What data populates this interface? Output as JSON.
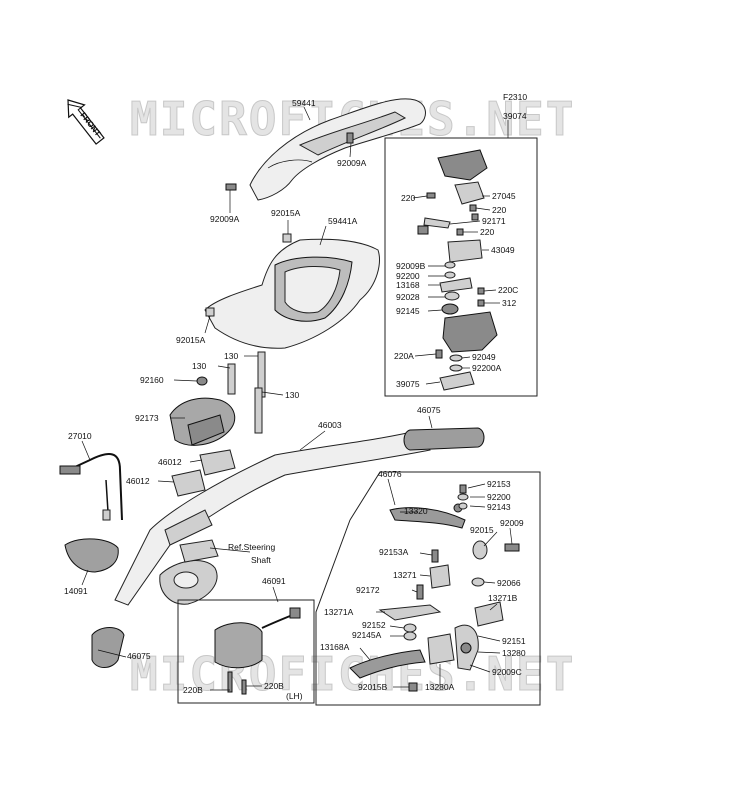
{
  "diagram": {
    "figure_code": "F2310",
    "front_label": "FRONT",
    "watermark": "MICROFICHES.NET",
    "ref_note_line1": "Ref.Steering",
    "ref_note_line2": "Shaft",
    "lh_note": "(LH)"
  },
  "parts": {
    "p59441": "59441",
    "p92009A_top": "92009A",
    "p92009A_left": "92009A",
    "p92015A_top": "92015A",
    "p59441A": "59441A",
    "p92015A_bottom": "92015A",
    "p39074": "39074",
    "p27045": "27045",
    "p220_a": "220",
    "p220_b": "220",
    "p220_c": "220",
    "p92171": "92171",
    "p43049": "43049",
    "p92009B": "92009B",
    "p92200": "92200",
    "p13168": "13168",
    "p92028": "92028",
    "p220C": "220C",
    "p312": "312",
    "p92145": "92145",
    "p220A": "220A",
    "p92049": "92049",
    "p92200A": "92200A",
    "p39075": "39075",
    "p130_a": "130",
    "p130_b": "130",
    "p130_c": "130",
    "p92160": "92160",
    "p92173": "92173",
    "p46012_a": "46012",
    "p46012_b": "46012",
    "p27010": "27010",
    "p46003": "46003",
    "p46075_top": "46075",
    "p46076": "46076",
    "p92153": "92153",
    "p92200_r": "92200",
    "p92143": "92143",
    "p13320": "13320",
    "p92015": "92015",
    "p92009": "92009",
    "p92153A": "92153A",
    "p13271": "13271",
    "p92066": "92066",
    "p92172": "92172",
    "p13271B": "13271B",
    "p13271A": "13271A",
    "p92152": "92152",
    "p92145A": "92145A",
    "p92151": "92151",
    "p13168A": "13168A",
    "p13280": "13280",
    "p92009C": "92009C",
    "p92015B": "92015B",
    "p13280A": "13280A",
    "p14091": "14091",
    "p46091": "46091",
    "p46075_bottom": "46075",
    "p220B_a": "220B",
    "p220B_b": "220B"
  }
}
